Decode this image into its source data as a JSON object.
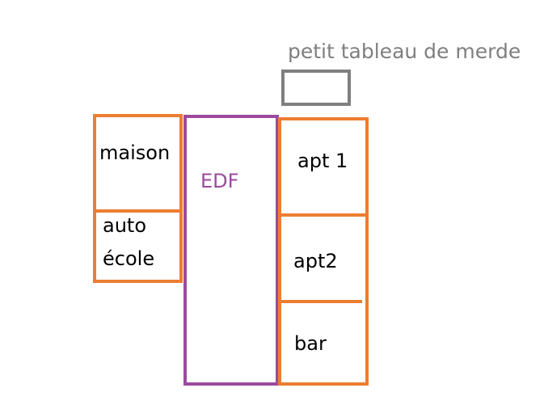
{
  "diagram": {
    "legend": {
      "label": "petit tableau de merde",
      "color": "#7F7F7F"
    },
    "left": {
      "color": "#ED7D31",
      "cells": [
        {
          "label": "maison"
        },
        {
          "label_line1": "auto",
          "label_line2": "école"
        }
      ]
    },
    "center": {
      "label": "EDF",
      "color": "#9B4A9E"
    },
    "right": {
      "color": "#ED7D31",
      "cells": [
        {
          "label": "apt 1"
        },
        {
          "label": "apt2"
        },
        {
          "label": "bar"
        }
      ]
    }
  }
}
